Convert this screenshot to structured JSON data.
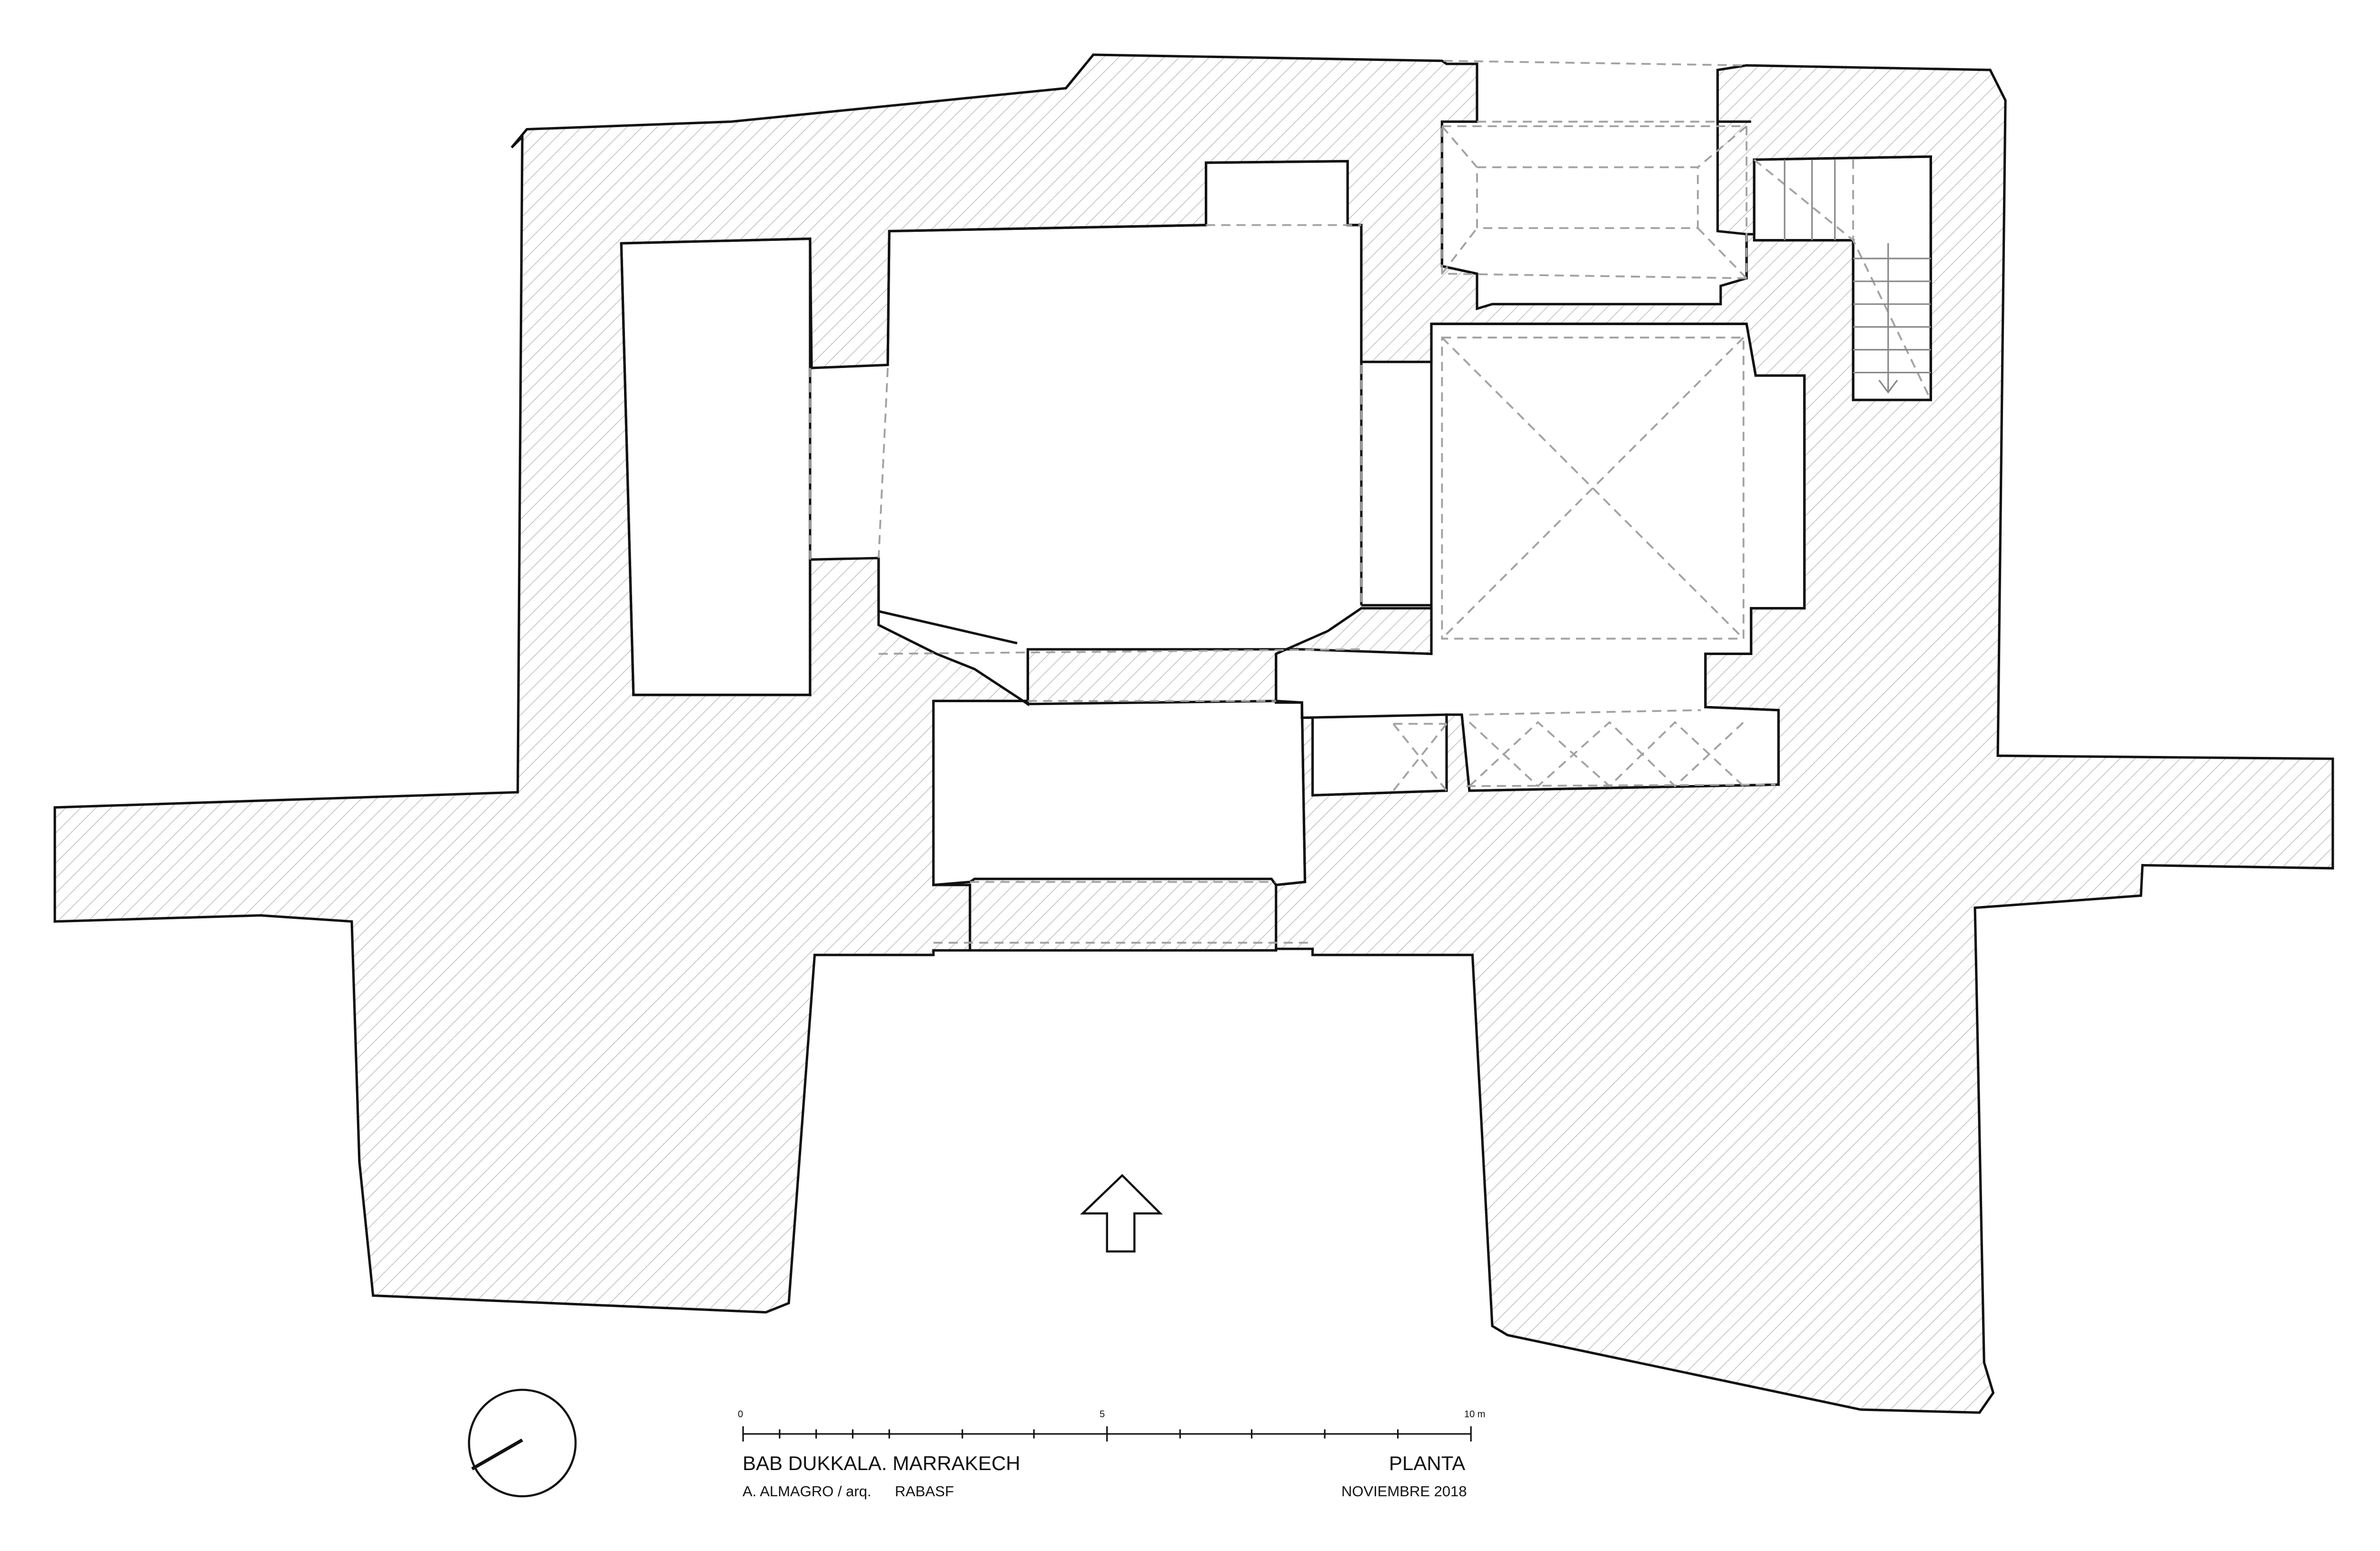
{
  "title_block": {
    "title": "BAB DUKKALA. MARRAKECH",
    "author": "A. ALMAGRO / arq.",
    "institution": "RABASF",
    "drawing_type": "PLANTA",
    "date": "NOVIEMBRE 2018"
  },
  "scale_bar": {
    "labels": [
      "0",
      "5",
      "10 m"
    ],
    "max_m": 10
  },
  "colors": {
    "wall_outline": "#111111",
    "hatch": "#b9b9b9",
    "dashed": "#9a9a9a"
  },
  "icons": {
    "north": "north-arrow-icon",
    "entry": "entry-arrow-icon"
  }
}
